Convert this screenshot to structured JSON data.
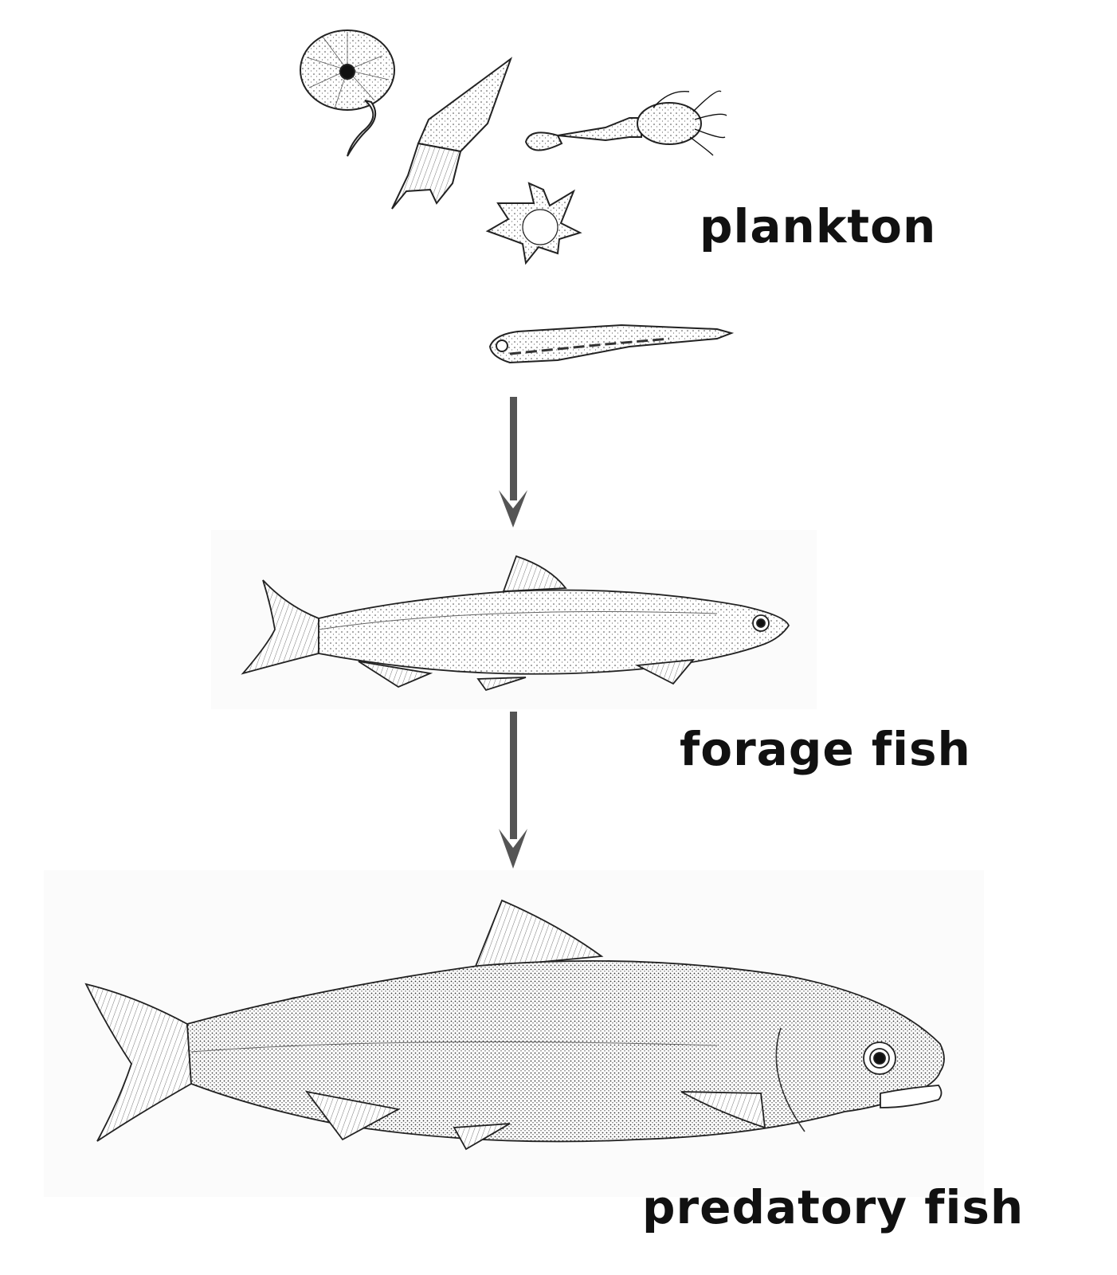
{
  "labels": {
    "level1": "plankton",
    "level2": "forage fish",
    "level3": "predatory fish"
  },
  "colors": {
    "arrow": "#555555",
    "ink": "#111111",
    "panel": "#fbfbfb"
  },
  "icons": [
    "jellyfish-larva-icon",
    "dinoflagellate-icon",
    "copepod-icon",
    "star-plankton-icon",
    "fish-larva-icon",
    "forage-fish-icon",
    "predatory-fish-icon",
    "down-arrow-icon"
  ]
}
